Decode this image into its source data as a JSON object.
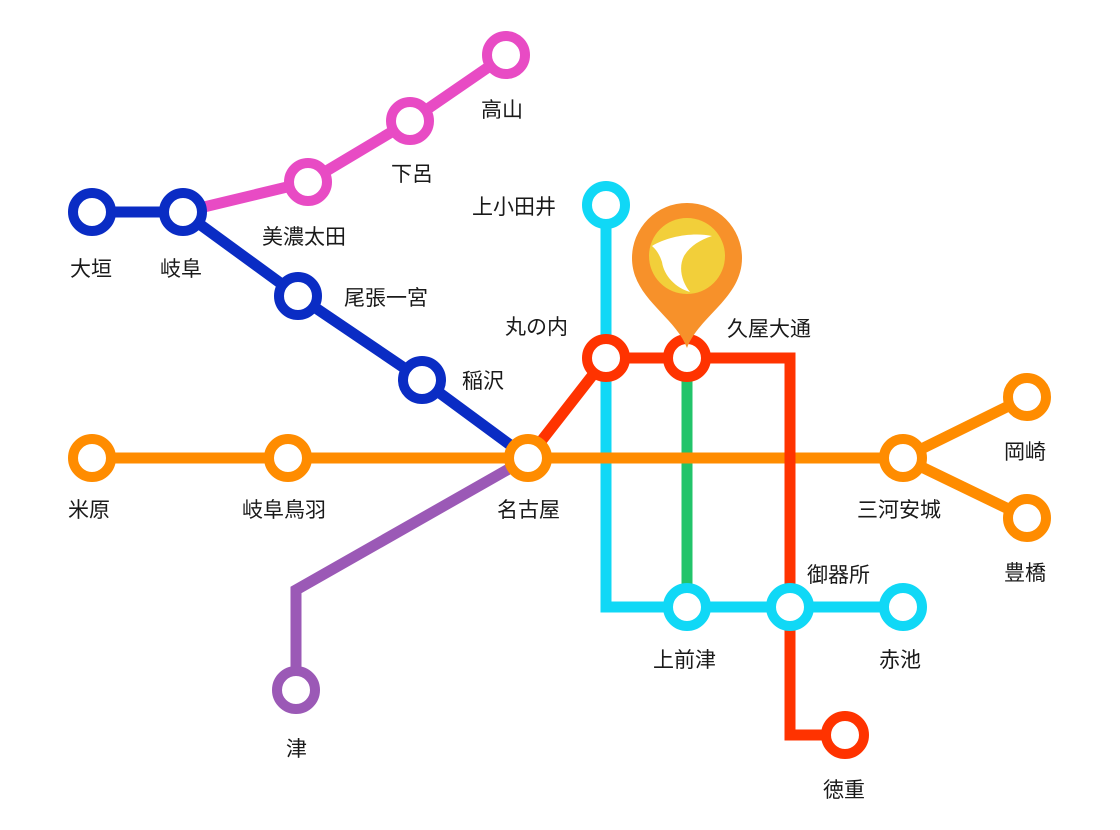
{
  "colors": {
    "pink": "#e84bc4",
    "navy": "#0a2cc4",
    "orange": "#ff8c00",
    "red": "#ff3300",
    "cyan": "#10d8f6",
    "green": "#22c46a",
    "purple": "#9b59b6",
    "marker": "#f7912a",
    "marker_inner": "#f2cf3a",
    "background": "#ffffff",
    "text": "#1a1a1a"
  },
  "stations": {
    "takayama": "高山",
    "gero": "下呂",
    "minoota": "美濃太田",
    "ogaki": "大垣",
    "gifu": "岐阜",
    "owariichinomiya": "尾張一宮",
    "inazawa": "稲沢",
    "kamiotai": "上小田井",
    "marunouchi": "丸の内",
    "hisaya_odori": "久屋大通",
    "maibara": "米原",
    "gifuhashima": "岐阜鳥羽",
    "nagoya": "名古屋",
    "mikawaanjo": "三河安城",
    "okazaki": "岡崎",
    "toyohashi": "豊橋",
    "gokiso": "御器所",
    "kamimaezu": "上前津",
    "akaike": "赤池",
    "tsu": "津",
    "tokushige": "徳重"
  },
  "current_location": {
    "station": "久屋大通",
    "icon": "map-pin-icon"
  }
}
